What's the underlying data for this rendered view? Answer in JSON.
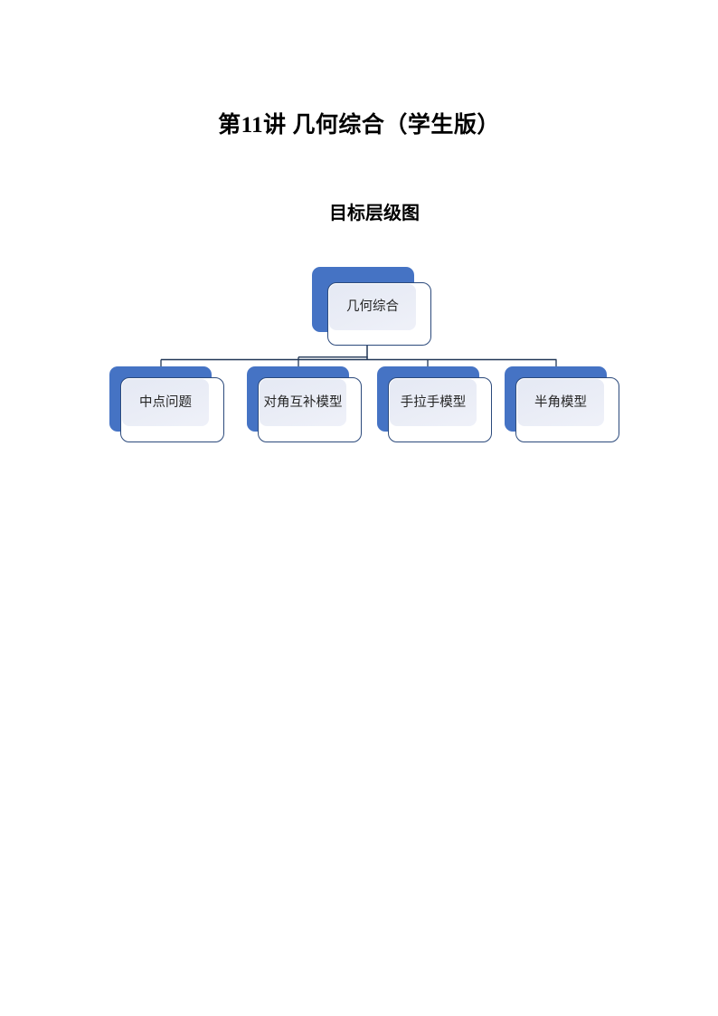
{
  "document": {
    "title": "第11讲 几何综合（学生版）",
    "section_heading": "目标层级图"
  },
  "diagram": {
    "type": "org-chart",
    "root": {
      "label": "几何综合"
    },
    "children": [
      {
        "label": "中点问题"
      },
      {
        "label": "对角互补模型"
      },
      {
        "label": "手拉手模型"
      },
      {
        "label": "半角模型"
      }
    ]
  },
  "colors": {
    "node_back_fill": "#4573C4",
    "node_front_fill": "#FFFFFF",
    "node_panel_fill": "#E9ECF6",
    "node_border": "#2C4A7C",
    "connector_line": "#203656",
    "text": "#262626"
  }
}
